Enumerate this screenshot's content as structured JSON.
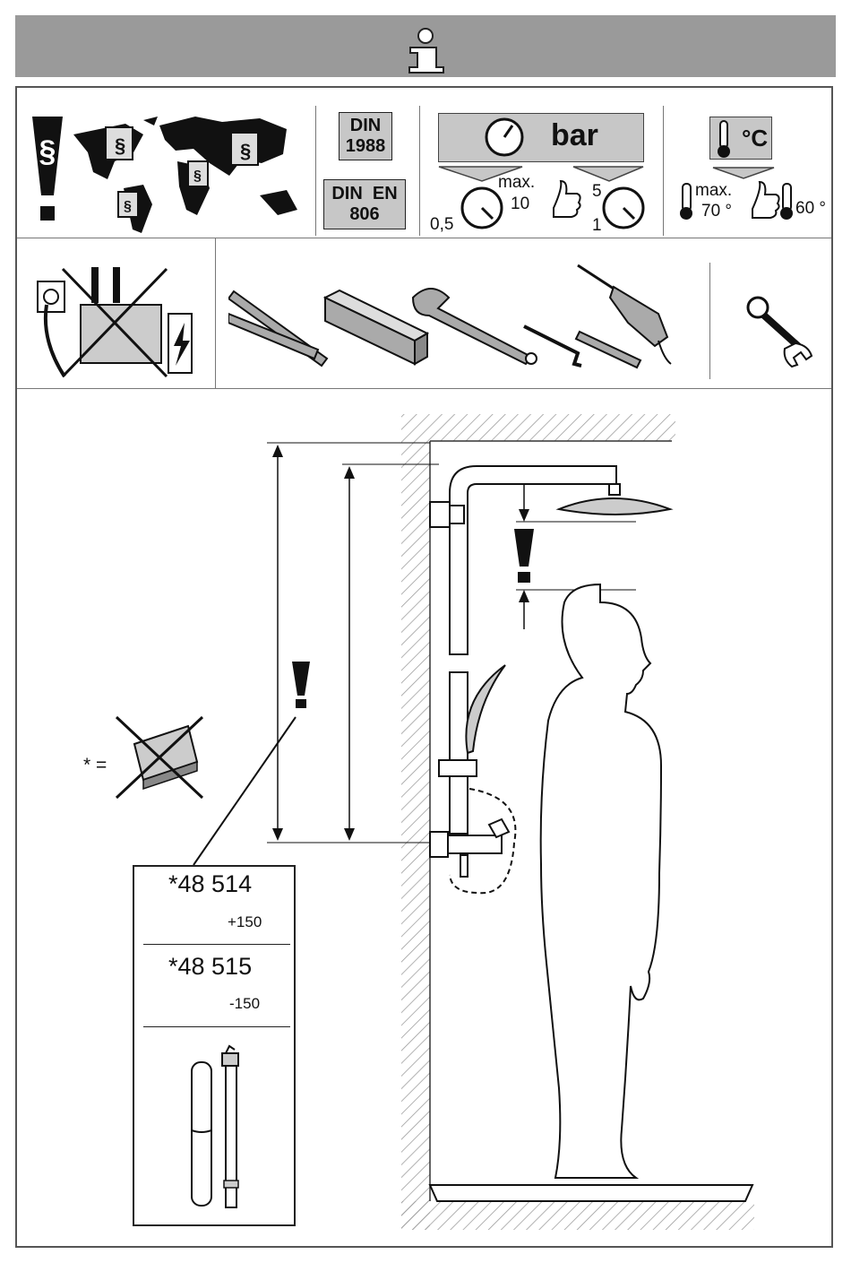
{
  "header": {
    "icon": "info-icon",
    "background": "#9a9a9a"
  },
  "regulations": {
    "din_1": "DIN",
    "din_1_year": "1988",
    "din_2": "DIN  EN",
    "din_2_number": "806"
  },
  "pressure": {
    "unit": "bar",
    "min": "0,5",
    "max_label": "max.",
    "max": "10",
    "recommended_high": "5",
    "recommended_low": "1"
  },
  "temperature": {
    "unit": "°C",
    "max_label": "max.",
    "max": "70 °",
    "recommended": "60 °"
  },
  "accessory": {
    "asterisk_label": "* =",
    "option_1_code": "*48 514",
    "option_1_delta": "+150",
    "option_2_code": "*48 515",
    "option_2_delta": "-150"
  }
}
